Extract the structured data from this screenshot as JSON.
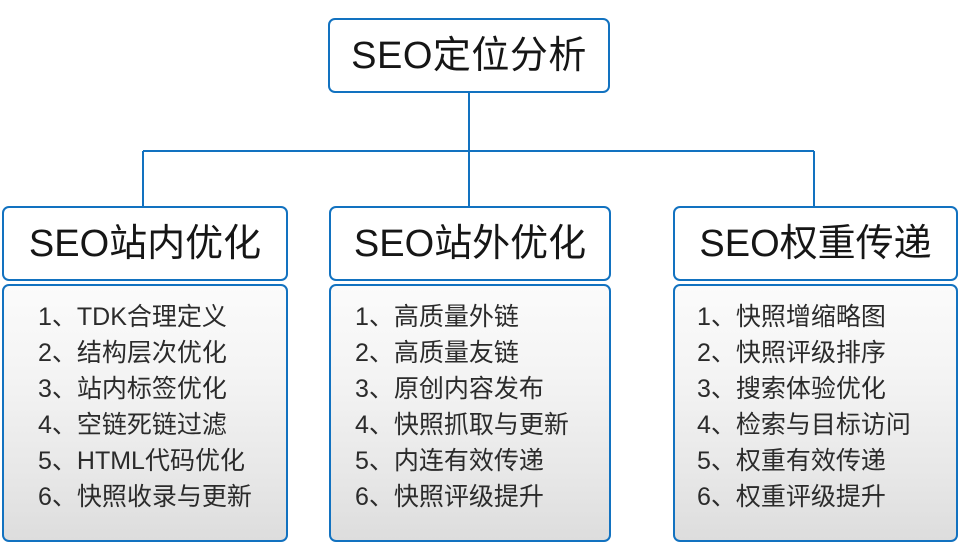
{
  "diagram": {
    "type": "org-chart",
    "accent_color": "#1272c0",
    "text_color": "#161616",
    "body_text_color": "#2b2b2b",
    "body_gradient_top": "#fbfbfb",
    "body_gradient_bottom": "#dddddd",
    "background": "#ffffff"
  },
  "root": {
    "label": "SEO定位分析"
  },
  "branches": [
    {
      "title": "SEO站内优化",
      "items": [
        "1、TDK合理定义",
        "2、结构层次优化",
        "3、站内标签优化",
        "4、空链死链过滤",
        "5、HTML代码优化",
        "6、快照收录与更新"
      ]
    },
    {
      "title": "SEO站外优化",
      "items": [
        "1、高质量外链",
        "2、高质量友链",
        "3、原创内容发布",
        "4、快照抓取与更新",
        "5、内连有效传递",
        "6、快照评级提升"
      ]
    },
    {
      "title": "SEO权重传递",
      "items": [
        "1、快照增缩略图",
        "2、快照评级排序",
        "3、搜索体验优化",
        "4、检索与目标访问",
        "5、权重有效传递",
        "6、权重评级提升"
      ]
    }
  ]
}
